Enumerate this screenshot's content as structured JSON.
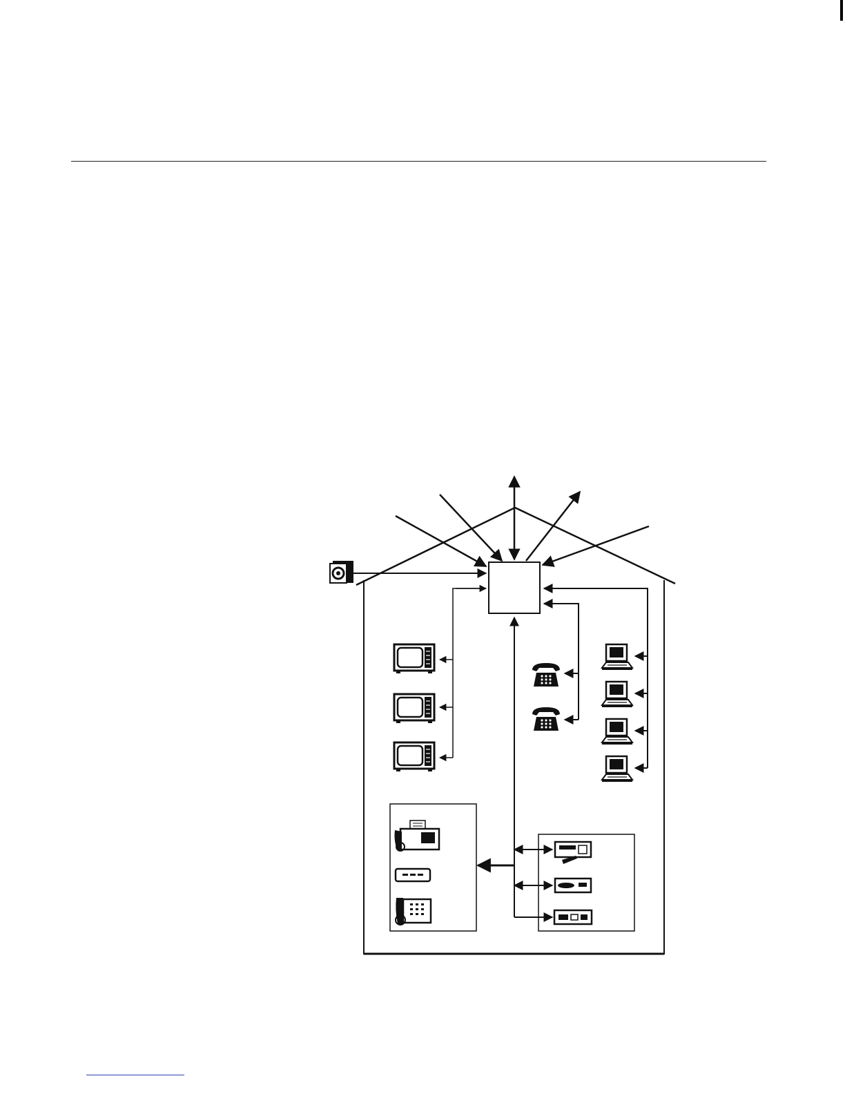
{
  "diagram": {
    "description_visible_text": "",
    "nodes": [
      {
        "id": "gateway-box",
        "icon": "central-gateway-box"
      },
      {
        "id": "security-camera",
        "icon": "camera-icon"
      },
      {
        "id": "tv-1",
        "icon": "television-icon"
      },
      {
        "id": "tv-2",
        "icon": "television-icon"
      },
      {
        "id": "tv-3",
        "icon": "television-icon"
      },
      {
        "id": "phone-1",
        "icon": "telephone-icon"
      },
      {
        "id": "phone-2",
        "icon": "telephone-icon"
      },
      {
        "id": "pc-1",
        "icon": "computer-icon"
      },
      {
        "id": "pc-2",
        "icon": "computer-icon"
      },
      {
        "id": "pc-3",
        "icon": "computer-icon"
      },
      {
        "id": "pc-4",
        "icon": "computer-icon"
      },
      {
        "id": "fax-machine",
        "icon": "fax-icon"
      },
      {
        "id": "modem",
        "icon": "modem-icon"
      },
      {
        "id": "desk-phone",
        "icon": "keypad-phone-icon"
      },
      {
        "id": "vcr",
        "icon": "vcr-icon"
      },
      {
        "id": "cd-player",
        "icon": "cd-player-icon"
      },
      {
        "id": "stereo-deck",
        "icon": "stereo-deck-icon"
      }
    ],
    "colors": {
      "ink": "#111111",
      "background": "#ffffff",
      "footer_rule": "#2c3fb0"
    }
  }
}
